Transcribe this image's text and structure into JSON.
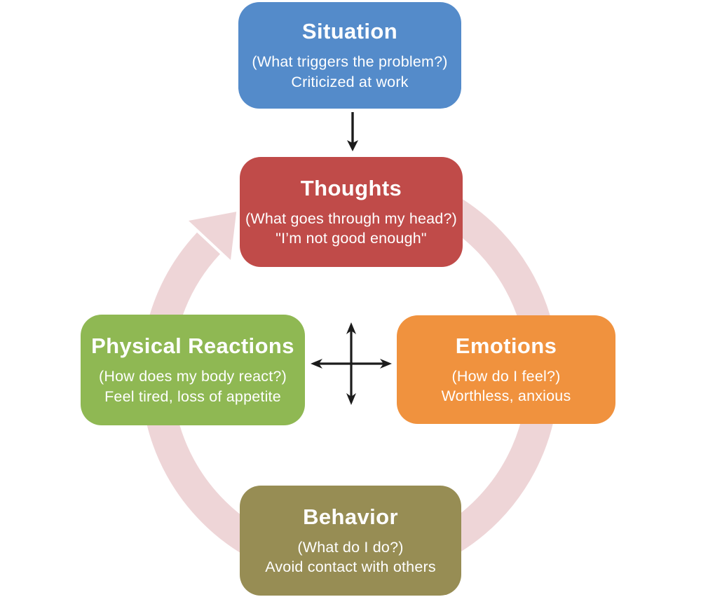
{
  "diagram": {
    "name": "CBT cycle diagram",
    "colors": {
      "background": "#ffffff",
      "cycle_ring": "#eed5d7",
      "connector": "#1c1c1c",
      "text": "#ffffff"
    },
    "nodes": [
      {
        "id": "situation",
        "title": "Situation",
        "question": "(What triggers the problem?)",
        "example": "Criticized at work",
        "color": "#548bca"
      },
      {
        "id": "thoughts",
        "title": "Thoughts",
        "question": "(What goes through my head?)",
        "example": "\"I’m not good enough\"",
        "color": "#c04b49"
      },
      {
        "id": "emotions",
        "title": "Emotions",
        "question": "(How do I feel?)",
        "example": "Worthless, anxious",
        "color": "#f0923e"
      },
      {
        "id": "behavior",
        "title": "Behavior",
        "question": "(What do I do?)",
        "example": "Avoid contact with others",
        "color": "#978d54"
      },
      {
        "id": "physical_reactions",
        "title": "Physical Reactions",
        "question": "(How does my body react?)",
        "example": "Feel tired, loss of appetite",
        "color": "#8fb853"
      }
    ]
  }
}
